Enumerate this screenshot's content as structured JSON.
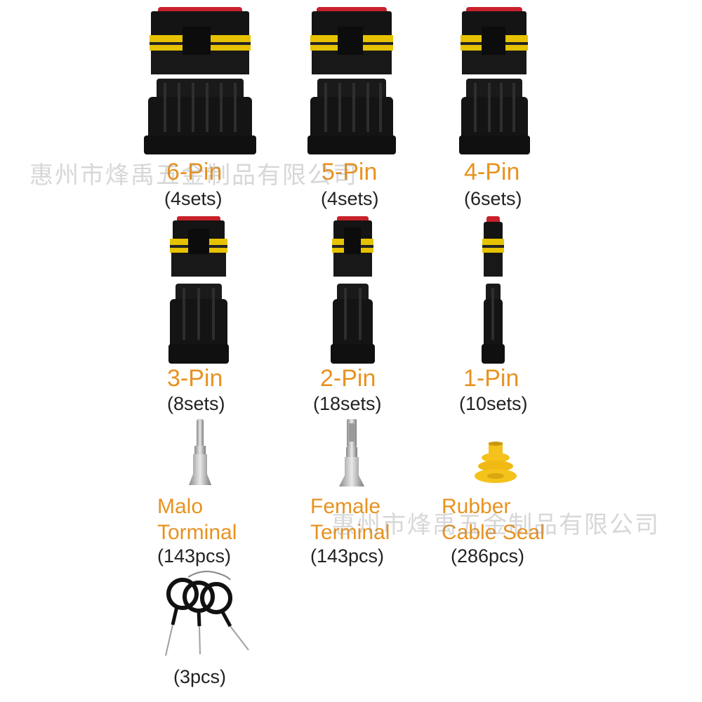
{
  "watermark": "惠州市烽禹五金制品有限公司",
  "colors": {
    "accent": "#E8921F",
    "count_text": "#222222",
    "connector_black": "#141414",
    "seal_yellow": "#F4C21A",
    "band_yellow": "#E6C200",
    "cap_red": "#C8212B"
  },
  "connectors": [
    {
      "label": "6-Pin",
      "count": "(4sets)",
      "icon": "6-pin-connector"
    },
    {
      "label": "5-Pin",
      "count": "(4sets)",
      "icon": "5-pin-connector"
    },
    {
      "label": "4-Pin",
      "count": "(6sets)",
      "icon": "4-pin-connector"
    },
    {
      "label": "3-Pin",
      "count": "(8sets)",
      "icon": "3-pin-connector"
    },
    {
      "label": "2-Pin",
      "count": "(18sets)",
      "icon": "2-pin-connector"
    },
    {
      "label": "1-Pin",
      "count": "(10sets)",
      "icon": "1-pin-connector"
    }
  ],
  "accessories": [
    {
      "label_line1": "Malo",
      "label_line2": "Torminal",
      "count": "(143pcs)",
      "icon": "male-terminal"
    },
    {
      "label_line1": "Female",
      "label_line2": "Terminal",
      "count": "(143pcs)",
      "icon": "female-terminal"
    },
    {
      "label_line1": "Rubber",
      "label_line2": "Cable Seal",
      "count": "(286pcs)",
      "icon": "rubber-seal"
    }
  ],
  "tool": {
    "count": "(3pcs)",
    "icon": "pin-removal-tool"
  }
}
